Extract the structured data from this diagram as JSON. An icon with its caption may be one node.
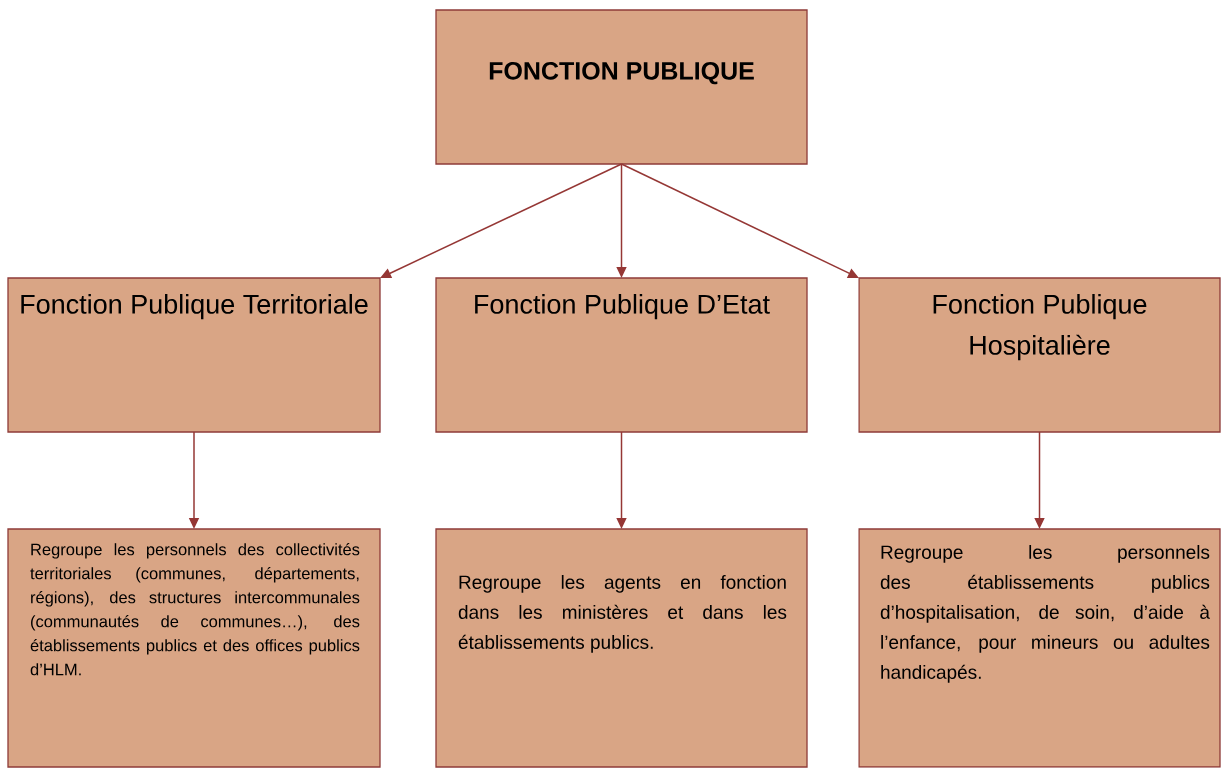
{
  "diagram": {
    "nodes": [
      {
        "text": [
          "FONCTION PUBLIQUE"
        ]
      },
      {
        "text": [
          "Fonction Publique Territoriale"
        ]
      },
      {
        "text": [
          "Fonction Publique D’Etat"
        ]
      },
      {
        "text": [
          "Fonction Publique Hospitalière"
        ]
      },
      {
        "text": [
          "Regroupe les personnels des collectivités territoriales (communes, départements, régions), des structures intercommunales (communautés de communes…), des établissements publics et des offices publics d’HLM."
        ]
      },
      {
        "text": [
          "Regroupe les agents en fonction dans les ministères et dans les établissements publics."
        ]
      },
      {
        "text": [
          "Regroupe les personnels des établissements publics d’hospitalisation, de soin, d’aide à l’enfance, pour mineurs ou adultes handicapés."
        ]
      }
    ],
    "edges": [
      {
        "from": 0,
        "to": 1,
        "arrow": "to"
      },
      {
        "from": 0,
        "to": 2,
        "arrow": "to"
      },
      {
        "from": 0,
        "to": 3,
        "arrow": "to"
      },
      {
        "from": 1,
        "to": 4,
        "arrow": "to"
      },
      {
        "from": 2,
        "to": 5,
        "arrow": "to"
      },
      {
        "from": 3,
        "to": 6,
        "arrow": "to"
      }
    ]
  }
}
